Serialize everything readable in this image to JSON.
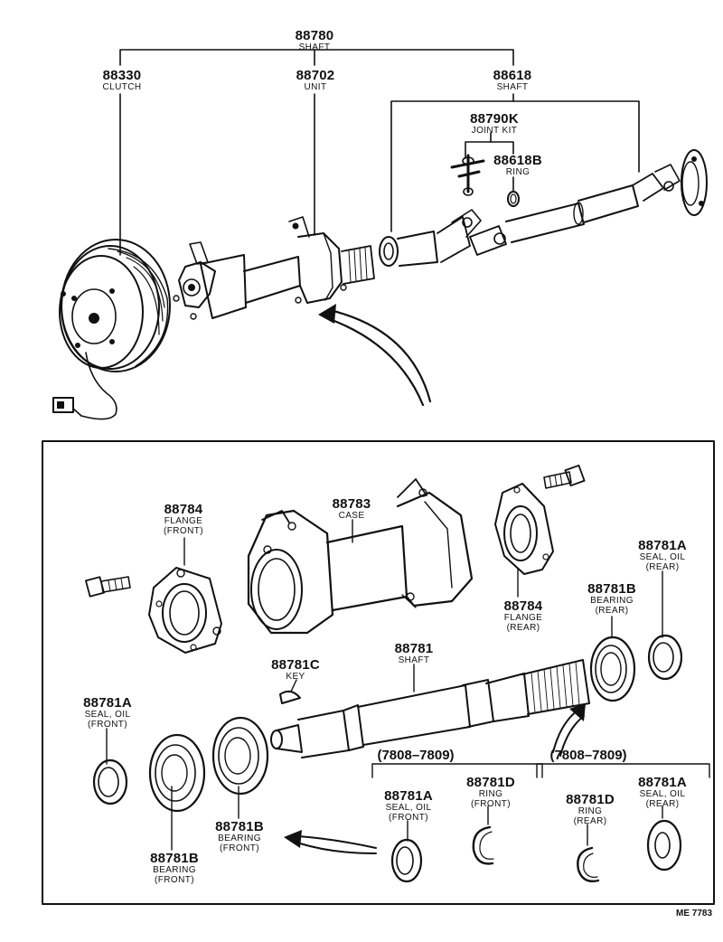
{
  "top": {
    "shaft_assy": {
      "num": "88780",
      "name": "SHAFT"
    },
    "clutch": {
      "num": "88330",
      "name": "CLUTCH"
    },
    "unit": {
      "num": "88702",
      "name": "UNIT"
    },
    "shaft_rear": {
      "num": "88618",
      "name": "SHAFT"
    },
    "joint_kit": {
      "num": "88790K",
      "name": "JOINT KIT"
    },
    "ring": {
      "num": "88618B",
      "name": "RING"
    }
  },
  "detail": {
    "flange_front": {
      "num": "88784",
      "name": "FLANGE",
      "sub": "(FRONT)"
    },
    "case": {
      "num": "88783",
      "name": "CASE"
    },
    "flange_rear": {
      "num": "88784",
      "name": "FLANGE",
      "sub": "(REAR)"
    },
    "seal_rear_top": {
      "num": "88781A",
      "name": "SEAL, OIL",
      "sub": "(REAR)"
    },
    "bearing_rear": {
      "num": "88781B",
      "name": "BEARING",
      "sub": "(REAR)"
    },
    "shaft": {
      "num": "88781",
      "name": "SHAFT"
    },
    "key": {
      "num": "88781C",
      "name": "KEY"
    },
    "seal_front_left": {
      "num": "88781A",
      "name": "SEAL, OIL",
      "sub": "(FRONT)"
    },
    "bearing_front_mid": {
      "num": "88781B",
      "name": "BEARING",
      "sub": "(FRONT)"
    },
    "bearing_front_left": {
      "num": "88781B",
      "name": "BEARING",
      "sub": "(FRONT)"
    },
    "range_left": "(7808–7809)",
    "range_right": "(7808–7809)",
    "seal_front_alt": {
      "num": "88781A",
      "name": "SEAL, OIL",
      "sub": "(FRONT)"
    },
    "ring_front": {
      "num": "88781D",
      "name": "RING",
      "sub": "(FRONT)"
    },
    "ring_rear": {
      "num": "88781D",
      "name": "RING",
      "sub": "(REAR)"
    },
    "seal_rear_alt": {
      "num": "88781A",
      "name": "SEAL, OIL",
      "sub": "(REAR)"
    }
  },
  "figure_code": "ME 7783"
}
